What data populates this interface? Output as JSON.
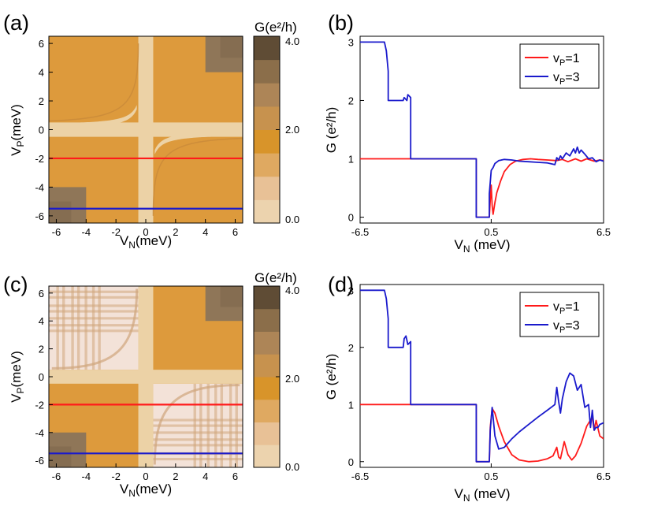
{
  "colors": {
    "red": "#ff1a1a",
    "blue": "#1a1acc",
    "orange": "#dd9a3c",
    "light": "#ecd2a6",
    "dark": "#6e5538",
    "pink": "#f3e2d8",
    "stripe": "#cfa57c"
  },
  "colorbar": {
    "title": "G(e²/h)",
    "ticks": [
      "4.0",
      "2.0",
      "0.0"
    ],
    "stops": [
      "#ecd3ae",
      "#e8c196",
      "#dfa961",
      "#d8942a",
      "#c7924e",
      "#ad8557",
      "#8b6e4a",
      "#5f4c35"
    ]
  },
  "chart_data": [
    {
      "panel": "(a)",
      "type": "heatmap",
      "xlabel": "V",
      "xlabel_sub": "N",
      "xlabel_unit": "(meV)",
      "ylabel": "V",
      "ylabel_sub": "P",
      "ylabel_unit": "(meV)",
      "xlim": [
        -6.5,
        6.5
      ],
      "ylim": [
        -6.5,
        6.5
      ],
      "xticks": [
        -6,
        -4,
        -2,
        0,
        2,
        4,
        6
      ],
      "yticks": [
        -6,
        -4,
        -2,
        0,
        2,
        4,
        6
      ],
      "xticklabels": [
        "-6",
        "-4",
        "-2",
        "0",
        "2",
        "4",
        "6"
      ],
      "yticklabels": [
        "-6",
        "-4",
        "-2",
        "0",
        "2",
        "4",
        "6"
      ],
      "cut_lines": [
        {
          "color": "red",
          "y": -2
        },
        {
          "color": "blue",
          "y": -5.5
        }
      ],
      "variant": "clean"
    },
    {
      "panel": "(b)",
      "type": "line",
      "xlabel": "V",
      "xlabel_sub": "N",
      "xlabel_unit": " (meV)",
      "ylabel": "G (e²/h)",
      "xlim": [
        -6.5,
        6.5
      ],
      "ylim": [
        -0.1,
        3.1
      ],
      "xticks": [
        -6.5,
        0.5,
        6.5
      ],
      "xticklabels": [
        "-6.5",
        "0.5",
        "6.5"
      ],
      "yticks": [
        0,
        1,
        2,
        3
      ],
      "yticklabels": [
        "0",
        "1",
        "2",
        "3"
      ],
      "legend": {
        "position": "top-right"
      },
      "series": [
        {
          "name": "v",
          "name_sub": "P",
          "name_rest": "=1",
          "color": "red",
          "x": [
            -6.5,
            -0.3,
            -0.3,
            0.4,
            0.45,
            0.5,
            0.55,
            0.6,
            0.7,
            0.8,
            1.0,
            1.2,
            1.5,
            1.8,
            2.2,
            2.6,
            3.0,
            3.5,
            4.0,
            4.3,
            4.6,
            5.0,
            5.3,
            5.6,
            6.0,
            6.3,
            6.5
          ],
          "y": [
            1,
            1,
            0,
            0,
            0.3,
            0.55,
            0.2,
            0.05,
            0.25,
            0.42,
            0.62,
            0.78,
            0.9,
            0.96,
            0.99,
            1.0,
            0.99,
            0.98,
            0.97,
            0.99,
            0.95,
            1.0,
            0.96,
            1.0,
            0.96,
            0.98,
            0.97
          ]
        },
        {
          "name": "v",
          "name_sub": "P",
          "name_rest": "=3",
          "color": "blue",
          "x": [
            -6.5,
            -5.2,
            -5.1,
            -5.0,
            -5.0,
            -4.2,
            -4.15,
            -4.0,
            -3.95,
            -3.8,
            -3.8,
            -0.3,
            -0.3,
            0.4,
            0.4,
            0.5,
            0.6,
            0.7,
            0.9,
            1.2,
            1.6,
            2.0,
            2.5,
            3.0,
            3.5,
            3.9,
            4.0,
            4.1,
            4.2,
            4.3,
            4.5,
            4.7,
            4.9,
            5.0,
            5.1,
            5.2,
            5.3,
            5.5,
            5.7,
            5.9,
            6.1,
            6.3,
            6.5
          ],
          "y": [
            3,
            3,
            2.85,
            2.5,
            2,
            2,
            2.05,
            2.0,
            2.1,
            2.05,
            1,
            1,
            0,
            0,
            0.4,
            0.8,
            0.85,
            0.92,
            0.97,
            0.99,
            0.98,
            0.96,
            0.95,
            0.94,
            0.93,
            0.9,
            1.02,
            0.98,
            1.05,
            1.0,
            1.1,
            1.05,
            1.17,
            1.1,
            1.2,
            1.1,
            1.15,
            1.08,
            1.0,
            1.02,
            0.95,
            0.98,
            0.96
          ]
        }
      ]
    },
    {
      "panel": "(c)",
      "type": "heatmap",
      "xlabel": "V",
      "xlabel_sub": "N",
      "xlabel_unit": "(meV)",
      "ylabel": "V",
      "ylabel_sub": "P",
      "ylabel_unit": "(meV)",
      "xlim": [
        -6.5,
        6.5
      ],
      "ylim": [
        -6.5,
        6.5
      ],
      "xticks": [
        -6,
        -4,
        -2,
        0,
        2,
        4,
        6
      ],
      "yticks": [
        -6,
        -4,
        -2,
        0,
        2,
        4,
        6
      ],
      "xticklabels": [
        "-6",
        "-4",
        "-2",
        "0",
        "2",
        "4",
        "6"
      ],
      "yticklabels": [
        "-6",
        "-4",
        "-2",
        "0",
        "2",
        "4",
        "6"
      ],
      "cut_lines": [
        {
          "color": "red",
          "y": -2
        },
        {
          "color": "blue",
          "y": -5.5
        }
      ],
      "variant": "striped"
    },
    {
      "panel": "(d)",
      "type": "line",
      "xlabel": "V",
      "xlabel_sub": "N",
      "xlabel_unit": " (meV)",
      "ylabel": "G (e²/h)",
      "xlim": [
        -6.5,
        6.5
      ],
      "ylim": [
        -0.1,
        3.1
      ],
      "xticks": [
        -6.5,
        0.5,
        6.5
      ],
      "xticklabels": [
        "-6.5",
        "0.5",
        "6.5"
      ],
      "yticks": [
        0,
        1,
        2,
        3
      ],
      "yticklabels": [
        "0",
        "1",
        "2",
        "3"
      ],
      "legend": {
        "position": "top-right"
      },
      "series": [
        {
          "name": "v",
          "name_sub": "P",
          "name_rest": "=1",
          "color": "red",
          "x": [
            -6.5,
            -0.3,
            -0.3,
            0.4,
            0.45,
            0.55,
            0.7,
            0.9,
            1.2,
            1.6,
            2.0,
            2.5,
            3.0,
            3.5,
            3.8,
            4.0,
            4.1,
            4.2,
            4.4,
            4.6,
            4.8,
            5.0,
            5.3,
            5.6,
            5.9,
            6.0,
            6.1,
            6.3,
            6.5
          ],
          "y": [
            1,
            1,
            0,
            0,
            0.6,
            0.93,
            0.85,
            0.62,
            0.35,
            0.12,
            0.03,
            0.0,
            0.01,
            0.05,
            0.1,
            0.25,
            0.08,
            0.05,
            0.35,
            0.12,
            0.03,
            0.1,
            0.32,
            0.62,
            0.78,
            0.55,
            0.72,
            0.45,
            0.4
          ]
        },
        {
          "name": "v",
          "name_sub": "P",
          "name_rest": "=3",
          "color": "blue",
          "x": [
            -6.5,
            -5.2,
            -5.1,
            -5.0,
            -5.0,
            -4.2,
            -4.15,
            -4.05,
            -3.95,
            -3.8,
            -3.8,
            -0.3,
            -0.3,
            0.4,
            0.45,
            0.55,
            0.7,
            0.9,
            1.2,
            1.6,
            2.0,
            2.5,
            3.0,
            3.5,
            3.9,
            4.0,
            4.1,
            4.2,
            4.3,
            4.5,
            4.7,
            4.9,
            5.1,
            5.3,
            5.5,
            5.7,
            5.8,
            5.9,
            6.0,
            6.1,
            6.2,
            6.3,
            6.5
          ],
          "y": [
            3,
            3,
            2.85,
            2.5,
            2,
            2,
            2.15,
            2.2,
            2.05,
            2.1,
            1,
            1,
            0,
            0,
            0.55,
            0.95,
            0.45,
            0.22,
            0.25,
            0.4,
            0.52,
            0.65,
            0.78,
            0.9,
            1.0,
            1.3,
            1.05,
            0.85,
            1.1,
            1.4,
            1.55,
            1.5,
            1.25,
            1.35,
            0.95,
            1.0,
            0.6,
            0.9,
            0.55,
            0.6,
            0.6,
            0.65,
            0.68
          ]
        }
      ]
    }
  ]
}
